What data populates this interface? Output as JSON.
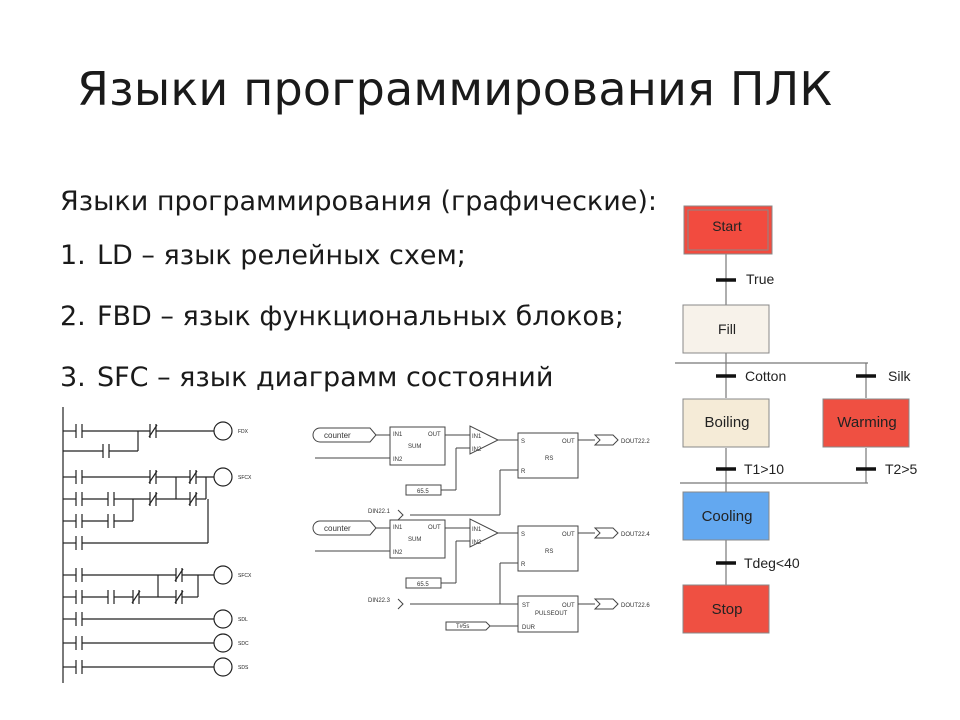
{
  "slide": {
    "title": "Языки программирования ПЛК",
    "subtitle": "Языки программирования (графические):",
    "items": [
      {
        "num": "1.",
        "text": "LD – язык релейных схем;"
      },
      {
        "num": "2.",
        "text": "FBD – язык функциональных блоков;"
      },
      {
        "num": "3.",
        "text": "SFC – язык диаграмм состояний"
      }
    ]
  },
  "sfc": {
    "steps": {
      "start": "Start",
      "fill": "Fill",
      "boiling": "Boiling",
      "warming": "Warming",
      "cooling": "Cooling",
      "stop": "Stop"
    },
    "transitions": {
      "true": "True",
      "cotton": "Cotton",
      "silk": "Silk",
      "t1": "T1>10",
      "t2": "T2>5",
      "tdeg": "Tdeg<40"
    },
    "colors": {
      "start": "#f24b3f",
      "fill": "#f7f2ea",
      "boiling": "#f5ebd7",
      "warming": "#ef5042",
      "cooling": "#63a8f0",
      "stop": "#ef5042"
    }
  },
  "fbd": {
    "blocks": [
      {
        "input": "counter",
        "sum_in1": "IN1",
        "sum_in2": "IN2",
        "sum_out": "OUT",
        "sum_name": "SUM",
        "cmp_in1": "IN1",
        "cmp_in2": "IN2",
        "rs_s": "S",
        "rs_r": "R",
        "rs_out": "OUT",
        "rs_name": "RS",
        "output": "DOUT22.2",
        "const": "65.5",
        "din": "DIN22.1"
      },
      {
        "input": "counter",
        "sum_in1": "IN1",
        "sum_in2": "IN2",
        "sum_out": "OUT",
        "sum_name": "SUM",
        "cmp_in1": "IN1",
        "cmp_in2": "IN2",
        "rs_s": "S",
        "rs_r": "R",
        "rs_out": "OUT",
        "rs_name": "RS",
        "output": "DOUT22.4",
        "const": "65.5",
        "din": "DIN22.3"
      }
    ],
    "pulse": {
      "st": "ST",
      "dur": "DUR",
      "name": "PULSEOUT",
      "out": "OUT",
      "output": "DOUT22.6",
      "time": "T#5s"
    }
  },
  "ld": {
    "coils": [
      "FDX",
      "SFCX",
      "SFCX",
      "SDL",
      "SDC",
      "SDS"
    ]
  }
}
